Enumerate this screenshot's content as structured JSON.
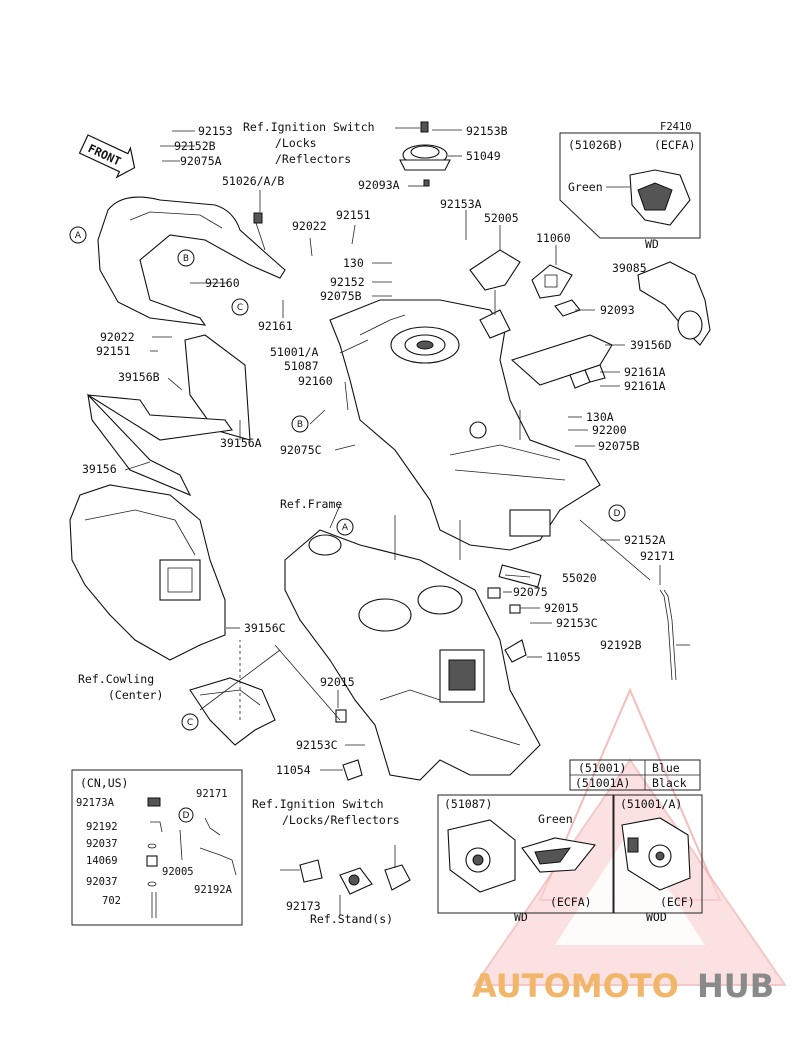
{
  "figure_code": "F2410",
  "front_label": "FRONT",
  "ref_labels": {
    "ignition_top": [
      "Ref.Ignition Switch",
      "/Locks",
      "/Reflectors"
    ],
    "frame": "Ref.Frame",
    "cowling": [
      "Ref.Cowling",
      "(Center)"
    ],
    "ignition_bottom": [
      "Ref.Ignition Switch",
      "/Locks/Reflectors"
    ],
    "stand": "Ref.Stand(s)"
  },
  "part_labels": [
    {
      "id": "p92153",
      "text": "92153"
    },
    {
      "id": "p92152B",
      "text": "92152B"
    },
    {
      "id": "p92075A",
      "text": "92075A"
    },
    {
      "id": "p51026AB",
      "text": "51026/A/B"
    },
    {
      "id": "p92022a",
      "text": "92022"
    },
    {
      "id": "p92151a",
      "text": "92151"
    },
    {
      "id": "p92160a",
      "text": "92160"
    },
    {
      "id": "p92161",
      "text": "92161"
    },
    {
      "id": "p92022b",
      "text": "92022"
    },
    {
      "id": "p92151b",
      "text": "92151"
    },
    {
      "id": "p39156B",
      "text": "39156B"
    },
    {
      "id": "p39156A",
      "text": "39156A"
    },
    {
      "id": "p39156",
      "text": "39156"
    },
    {
      "id": "p39156C",
      "text": "39156C"
    },
    {
      "id": "p92153B",
      "text": "92153B"
    },
    {
      "id": "p51049",
      "text": "51049"
    },
    {
      "id": "p92093A",
      "text": "92093A"
    },
    {
      "id": "p92153A",
      "text": "92153A"
    },
    {
      "id": "p52005",
      "text": "52005"
    },
    {
      "id": "p11060",
      "text": "11060"
    },
    {
      "id": "p130",
      "text": "130"
    },
    {
      "id": "p92152",
      "text": "92152"
    },
    {
      "id": "p92075B_top",
      "text": "92075B"
    },
    {
      "id": "p51001A",
      "text": "51001/A"
    },
    {
      "id": "p51087",
      "text": "51087"
    },
    {
      "id": "p92160b",
      "text": "92160"
    },
    {
      "id": "p92075C",
      "text": "92075C"
    },
    {
      "id": "p39085",
      "text": "39085"
    },
    {
      "id": "p92093",
      "text": "92093"
    },
    {
      "id": "p39156D",
      "text": "39156D"
    },
    {
      "id": "p92161A",
      "text": "92161A"
    },
    {
      "id": "p92161A2",
      "text": "92161A"
    },
    {
      "id": "p130A",
      "text": "130A"
    },
    {
      "id": "p92200",
      "text": "92200"
    },
    {
      "id": "p92075B",
      "text": "92075B"
    },
    {
      "id": "p92152A",
      "text": "92152A"
    },
    {
      "id": "p92171",
      "text": "92171"
    },
    {
      "id": "p55020",
      "text": "55020"
    },
    {
      "id": "p92075",
      "text": "92075"
    },
    {
      "id": "p92015a",
      "text": "92015"
    },
    {
      "id": "p92153C",
      "text": "92153C"
    },
    {
      "id": "p11055",
      "text": "11055"
    },
    {
      "id": "p92192B",
      "text": "92192B"
    },
    {
      "id": "p92015b",
      "text": "92015"
    },
    {
      "id": "p92153C2",
      "text": "92153C"
    },
    {
      "id": "p11054",
      "text": "11054"
    },
    {
      "id": "p92173",
      "text": "92173"
    }
  ],
  "callouts": [
    "A",
    "B",
    "C",
    "D"
  ],
  "inset_ecfa": {
    "code": "(51026B)",
    "region": "(ECFA)",
    "color": "Green",
    "market": "WD"
  },
  "inset_cn_us": {
    "title": "(CN,US)",
    "labels": [
      "92173A",
      "92192",
      "92037",
      "14069",
      "92037",
      "702",
      "92171",
      "92005",
      "92192A"
    ]
  },
  "color_table": [
    {
      "code": "(51001)",
      "color": "Blue"
    },
    {
      "code": "(51001A)",
      "color": "Black"
    }
  ],
  "inset_51087": {
    "code": "(51087)",
    "color": "Green",
    "region": "(ECFA)",
    "market": "WD"
  },
  "inset_51001A": {
    "code": "(51001/A)",
    "region": "(ECF)",
    "market": "WOD"
  },
  "watermark": {
    "part1": "AUTOMOTO",
    "part2": "HUB"
  }
}
